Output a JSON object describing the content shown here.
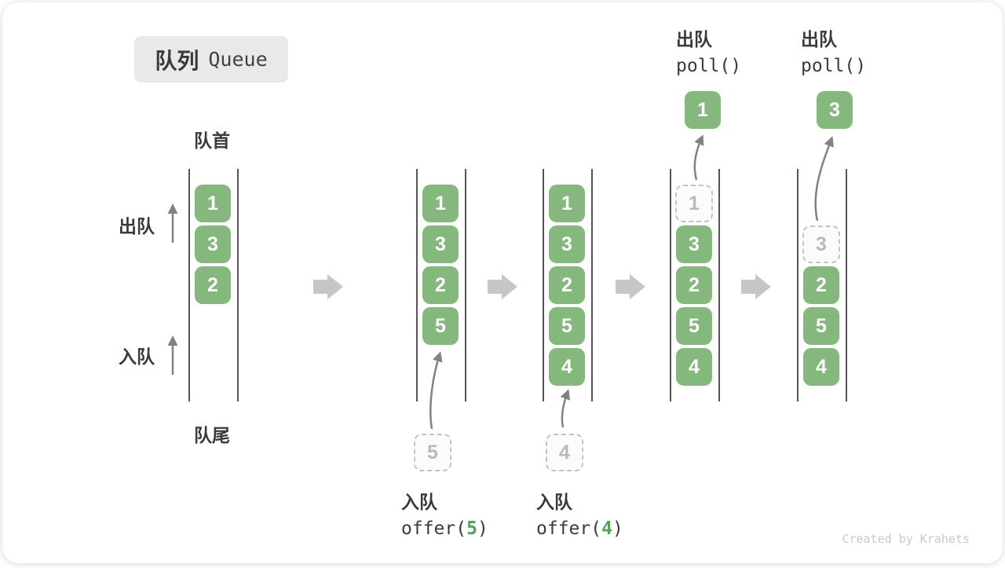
{
  "title": {
    "zh": "队列",
    "en": "Queue"
  },
  "labels": {
    "front": "队首",
    "rear": "队尾",
    "dequeue": "出队",
    "enqueue": "入队"
  },
  "queues": [
    {
      "cells": [
        "1",
        "3",
        "2"
      ]
    },
    {
      "cells": [
        "1",
        "3",
        "2",
        "5"
      ],
      "staged": "5"
    },
    {
      "cells": [
        "1",
        "3",
        "2",
        "5",
        "4"
      ],
      "staged": "4"
    },
    {
      "removed": "1",
      "cells": [
        "3",
        "2",
        "5",
        "4"
      ],
      "polled": "1"
    },
    {
      "removed": "3",
      "cells": [
        "2",
        "5",
        "4"
      ],
      "polled": "3"
    }
  ],
  "poll_annotations": [
    {
      "label": "出队",
      "code": "poll()"
    },
    {
      "label": "出队",
      "code": "poll()"
    }
  ],
  "offer_annotations": [
    {
      "label": "入队",
      "code_open": "offer(",
      "arg": "5",
      "code_close": ")"
    },
    {
      "label": "入队",
      "code_open": "offer(",
      "arg": "4",
      "code_close": ")"
    }
  ],
  "watermark": "Created by Krahets",
  "colors": {
    "box_green": "#85B87C",
    "code_arg_green": "#4FA455",
    "queue_line": "#545454",
    "arrow_gray": "#828282",
    "block_arrow_gray": "#c6c6c6",
    "title_bg": "#e9e9e9"
  }
}
